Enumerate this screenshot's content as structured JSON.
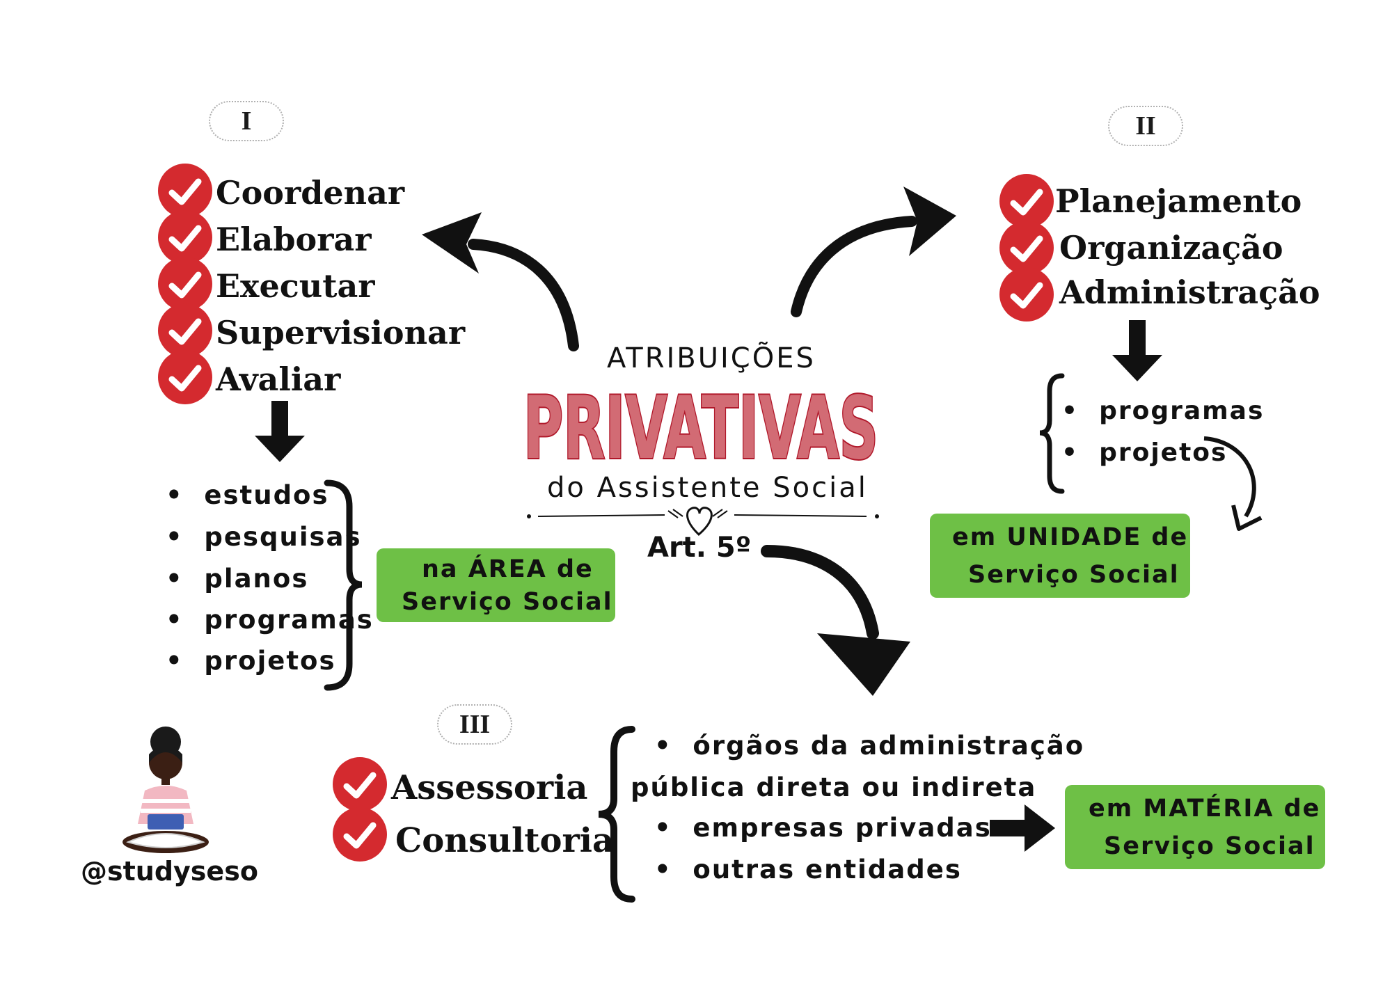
{
  "center": {
    "heading": "ATRIBUIÇÕES",
    "title": "PRIVATIVAS",
    "subtitle": "do Assistente Social",
    "article": "Art. 5º",
    "colors": {
      "title_fill": "#d26b74",
      "title_stroke": "#b0182a"
    }
  },
  "section1": {
    "roman": "I",
    "verbs": [
      "Coordenar",
      "Elaborar",
      "Executar",
      "Supervisionar",
      "Avaliar"
    ],
    "items": [
      "estudos",
      "pesquisas",
      "planos",
      "programas",
      "projetos"
    ],
    "box_line1": "na ÁREA de",
    "box_line2": "Serviço Social"
  },
  "section2": {
    "roman": "II",
    "verbs": [
      "Planejamento",
      "Organização",
      "Administração"
    ],
    "items": [
      "programas",
      "projetos"
    ],
    "box_line1": "em UNIDADE de",
    "box_line2": "Serviço Social"
  },
  "section3": {
    "roman": "III",
    "verbs": [
      "Assessoria",
      "Consultoria"
    ],
    "items": [
      "órgãos da administração",
      "pública direta ou indireta",
      "empresas privadas",
      "outras entidades"
    ],
    "box_line1": "em MATÉRIA de",
    "box_line2": "Serviço Social"
  },
  "author": {
    "handle": "@studyseso"
  },
  "colors": {
    "check_red": "#d42a2f",
    "box_green": "#6ec046",
    "text": "#111111"
  },
  "icons": [
    "check-icon",
    "curved-arrow-icon",
    "down-arrow-icon",
    "right-arrow-icon",
    "heart-icon",
    "brace-icon",
    "student-illustration"
  ]
}
